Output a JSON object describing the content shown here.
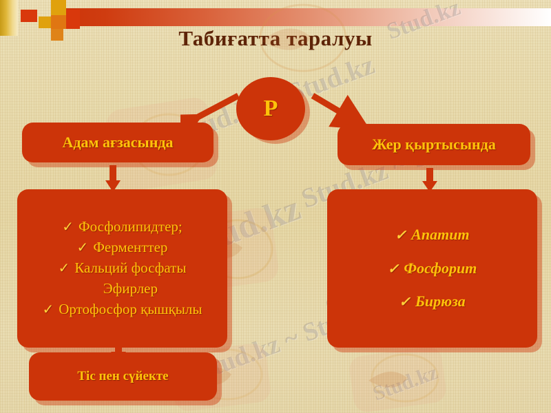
{
  "slide": {
    "title": "Табиғатта  таралуы",
    "watermark": "Stud.kz",
    "watermark_alt": "Stud.kz ~ Stud.kz",
    "accent_red": "#CC3409",
    "accent_gold": "#FFC20A",
    "title_color": "#5E2408",
    "background": "#E6D7A6"
  },
  "center_node": {
    "label": "P"
  },
  "branches": {
    "left": {
      "header": "Адам ағзасында",
      "items": [
        {
          "check": "✓",
          "text": "Фосфолипидтер;",
          "checked": true
        },
        {
          "check": "✓",
          "text": "Ферменттер",
          "checked": true
        },
        {
          "check": "✓",
          "text": "Кальций фосфаты",
          "checked": true
        },
        {
          "check": "✓",
          "text": "Эфирлер",
          "checked": false
        },
        {
          "check": "✓",
          "text": "Ортофосфор қышқылы",
          "checked": true
        }
      ],
      "footer": "Тіс пен сүйекте"
    },
    "right": {
      "header": "Жер қыртысында",
      "items": [
        {
          "check": "✓",
          "text": "Апатит",
          "checked": true
        },
        {
          "check": "✓",
          "text": "Фосфорит",
          "checked": true
        },
        {
          "check": "✓",
          "text": "Бирюза",
          "checked": true
        }
      ]
    }
  }
}
